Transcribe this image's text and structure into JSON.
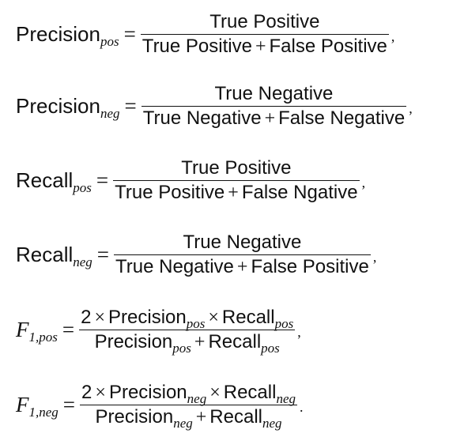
{
  "eq1": {
    "lhs_base": "Precision",
    "lhs_sub": "pos",
    "equals": "=",
    "num": "True Positive",
    "den_a": "True Positive",
    "den_op": "+",
    "den_b": "False Positive",
    "punct": ","
  },
  "eq2": {
    "lhs_base": "Precision",
    "lhs_sub": "neg",
    "equals": "=",
    "num": "True Negative",
    "den_a": "True Negative",
    "den_op": "+",
    "den_b": "False Negative",
    "punct": ","
  },
  "eq3": {
    "lhs_base": "Recall",
    "lhs_sub": "pos",
    "equals": "=",
    "num": "True Positive",
    "den_a": "True Positive",
    "den_op": "+",
    "den_b": "False Ngative",
    "punct": ","
  },
  "eq4": {
    "lhs_base": "Recall",
    "lhs_sub": "neg",
    "equals": "=",
    "num": "True Negative",
    "den_a": "True Negative",
    "den_op": "+",
    "den_b": "False Positive",
    "punct": ","
  },
  "eq5": {
    "lhs_base": "F",
    "lhs_sub": "1,pos",
    "equals": "=",
    "num_coef": "2",
    "num_times": "×",
    "num_a": "Precision",
    "num_a_sub": "pos",
    "num_b": "Recall",
    "num_b_sub": "pos",
    "den_a": "Precision",
    "den_a_sub": "pos",
    "den_op": "+",
    "den_b": "Recall",
    "den_b_sub": "pos",
    "punct": ","
  },
  "eq6": {
    "lhs_base": "F",
    "lhs_sub": "1,neg",
    "equals": "=",
    "num_coef": "2",
    "num_times": "×",
    "num_a": "Precision",
    "num_a_sub": "neg",
    "num_b": "Recall",
    "num_b_sub": "neg",
    "den_a": "Precision",
    "den_a_sub": "neg",
    "den_op": "+",
    "den_b": "Recall",
    "den_b_sub": "neg",
    "punct": "."
  }
}
